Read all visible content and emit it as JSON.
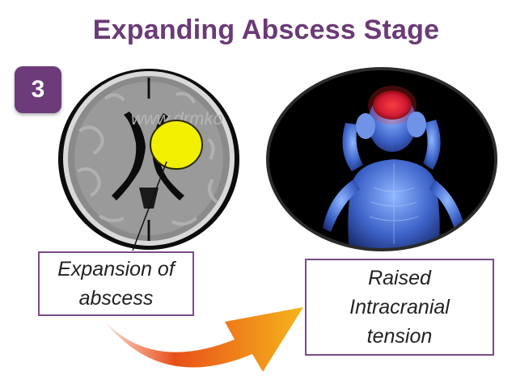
{
  "title": "Expanding Abscess Stage",
  "stage_number": "3",
  "watermark": "www.drmko",
  "box_left": {
    "line1": "Expansion of",
    "line2": "abscess"
  },
  "box_right": {
    "line1": "Raised",
    "line2": "Intracranial",
    "line3": "tension"
  },
  "colors": {
    "title": "#6b3a77",
    "badge": "#6e3b7a",
    "abscess": "#f2ef00",
    "arrow_start": "#e8501a",
    "arrow_end": "#f6b51b"
  }
}
